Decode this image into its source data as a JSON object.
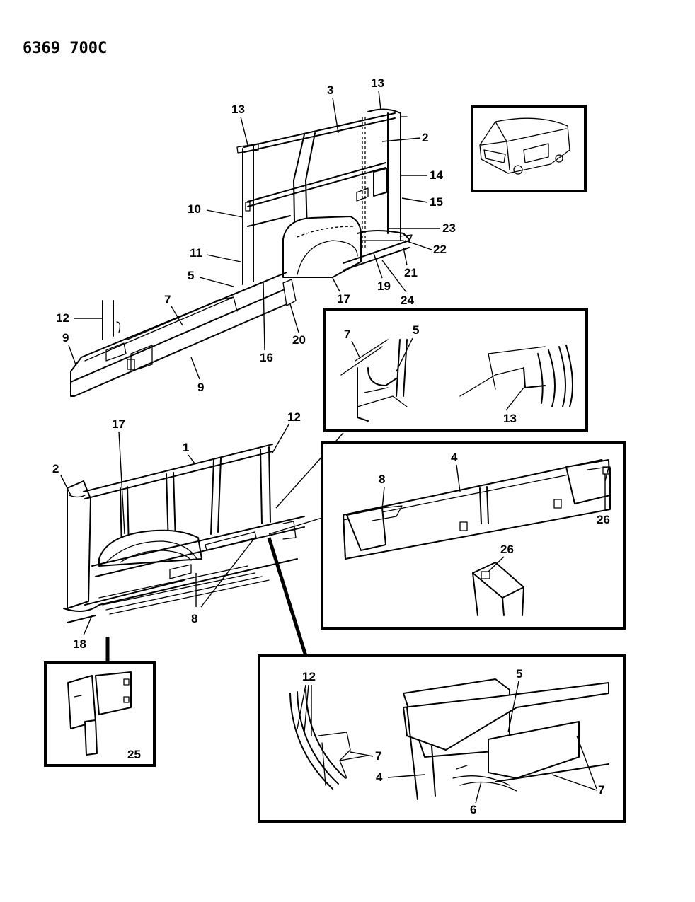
{
  "drawing_code": "6369 700C",
  "callouts": {
    "top_3": "3",
    "top_13_left": "13",
    "top_13_right": "13",
    "top_2": "2",
    "top_14": "14",
    "top_15": "15",
    "top_10": "10",
    "top_23": "23",
    "top_22": "22",
    "top_11": "11",
    "top_21": "21",
    "top_5": "5",
    "top_19": "19",
    "top_17": "17",
    "top_24": "24",
    "top_7": "7",
    "top_12": "12",
    "top_20": "20",
    "top_16": "16",
    "top_9_left": "9",
    "top_9_bottom": "9",
    "d1_7": "7",
    "d1_5": "5",
    "d1_13": "13",
    "mid_17": "17",
    "mid_1": "1",
    "mid_12": "12",
    "mid_2": "2",
    "mid_8": "8",
    "mid_18": "18",
    "d2_4": "4",
    "d2_8": "8",
    "d2_26_top": "26",
    "d2_26_bottom": "26",
    "d3_25": "25",
    "d4_12": "12",
    "d4_7_left": "7",
    "d4_5": "5",
    "d4_4": "4",
    "d4_6": "6",
    "d4_7_right": "7"
  }
}
